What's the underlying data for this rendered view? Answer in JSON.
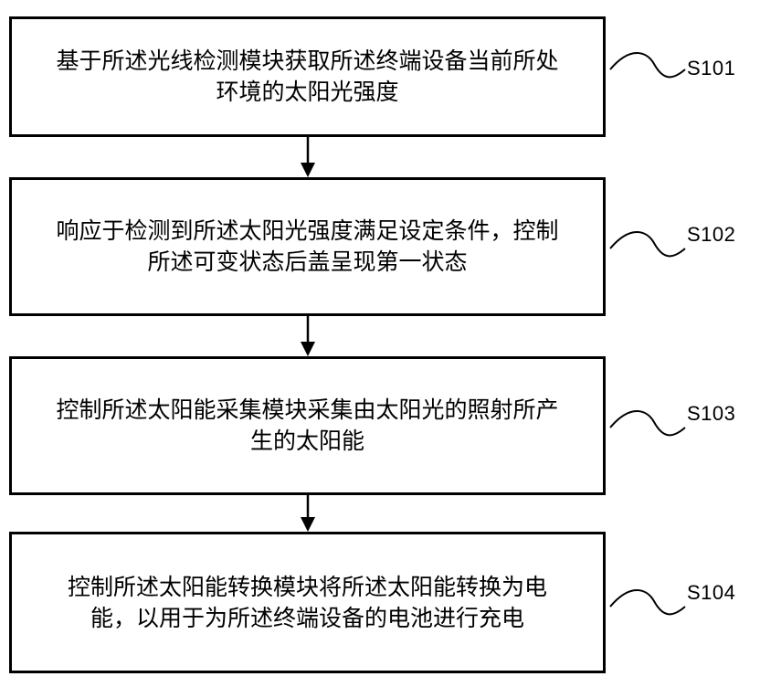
{
  "steps": [
    {
      "id": "S101",
      "label": "S101",
      "lines": [
        "基于所述光线检测模块获取所述终端设备当前所处",
        "环境的太阳光强度"
      ]
    },
    {
      "id": "S102",
      "label": "S102",
      "lines": [
        "响应于检测到所述太阳光强度满足设定条件，控制",
        "所述可变状态后盖呈现第一状态"
      ]
    },
    {
      "id": "S103",
      "label": "S103",
      "lines": [
        "控制所述太阳能采集模块采集由太阳光的照射所产",
        "生的太阳能"
      ]
    },
    {
      "id": "S104",
      "label": "S104",
      "lines": [
        "控制所述太阳能转换模块将所述太阳能转换为电",
        "能，以用于为所述终端设备的电池进行充电"
      ]
    }
  ]
}
